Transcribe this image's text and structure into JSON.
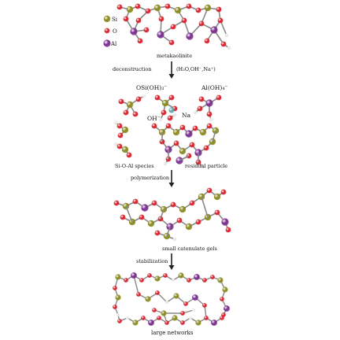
{
  "legend": {
    "si": "Si",
    "o": "O",
    "al": "Al"
  },
  "labels": {
    "metakaolinite": "metakaolinite",
    "deconstruction": "deconstruction",
    "deconstruction_agent": "(H₂O,OH⁻,Na⁺)",
    "osi_oh": "OSi(OH)₃⁻",
    "al_oh": "Al(OH)₄⁻",
    "oh": "OH⁻",
    "na": "Na",
    "sio_al_species": "Si-O-Al species",
    "residual_particle": "residual particle",
    "polymerization": "polymerization",
    "small_gels": "small catenulate gels",
    "stabilization": "stabilization",
    "large_networks": "large networks"
  },
  "colors": {
    "si": "#8a8a1e",
    "o": "#d8202a",
    "al": "#7a2d8e",
    "h": "#e8e8e8",
    "na": "#5fa8a8",
    "bond": "#888888"
  }
}
